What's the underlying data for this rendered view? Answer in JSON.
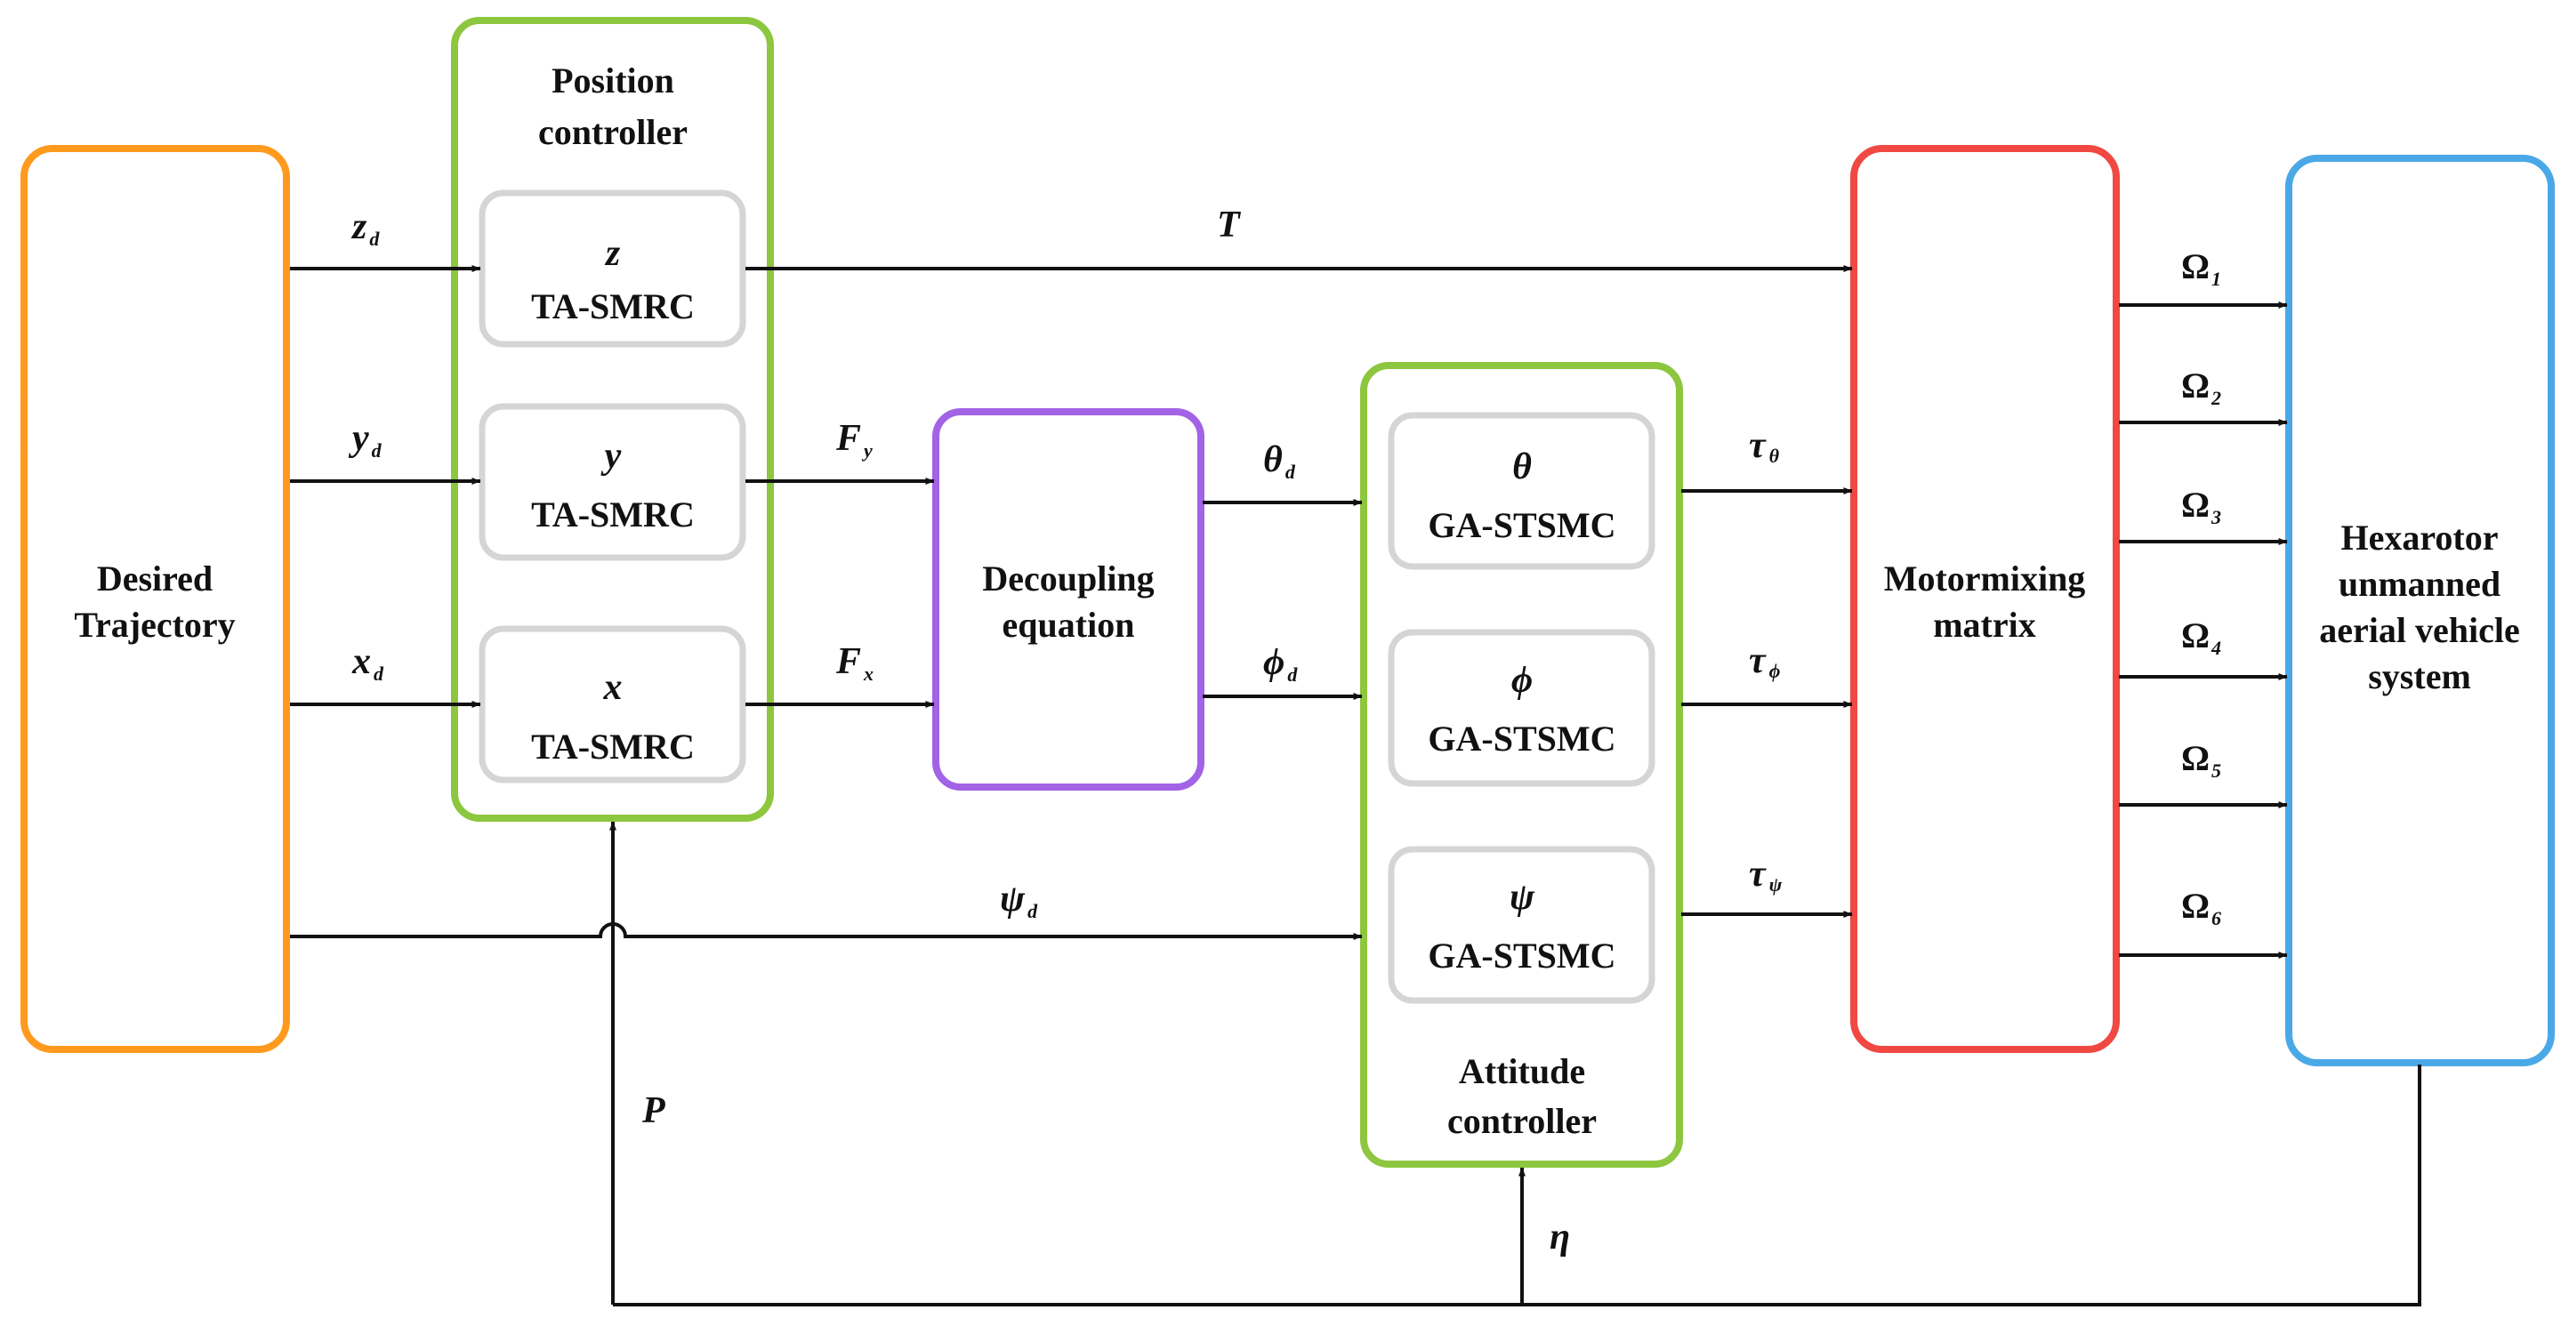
{
  "colors": {
    "trajectory": "#FF9A1E",
    "controller": "#8DC63F",
    "inner": "#D5D5D5",
    "decoupling": "#A263E6",
    "motormixing": "#F04842",
    "hexarotor": "#4BA8E6",
    "line": "#111111"
  },
  "blocks": {
    "trajectory": {
      "line1": "Desired",
      "line2": "Trajectory"
    },
    "position": {
      "line1": "Position",
      "line2": "controller"
    },
    "z_ctrl": {
      "var": "z",
      "name": "TA-SMRC"
    },
    "y_ctrl": {
      "var": "y",
      "name": "TA-SMRC"
    },
    "x_ctrl": {
      "var": "x",
      "name": "TA-SMRC"
    },
    "decoupling": {
      "line1": "Decoupling",
      "line2": "equation"
    },
    "attitude": {
      "line1": "Attitude",
      "line2": "controller"
    },
    "theta_ctrl": {
      "var": "θ",
      "name": "GA-STSMC"
    },
    "phi_ctrl": {
      "var": "ϕ",
      "name": "GA-STSMC"
    },
    "psi_ctrl": {
      "var": "ψ",
      "name": "GA-STSMC"
    },
    "motormixing": {
      "line1": "Motormixing",
      "line2": "matrix"
    },
    "hexarotor": {
      "line1": "Hexarotor",
      "line2": "unmanned",
      "line3": "aerial vehicle",
      "line4": "system"
    }
  },
  "signals": {
    "zd": {
      "main": "z",
      "sub": "d"
    },
    "yd": {
      "main": "y",
      "sub": "d"
    },
    "xd": {
      "main": "x",
      "sub": "d"
    },
    "T": {
      "main": "T"
    },
    "Fy": {
      "main": "F",
      "sub": "y"
    },
    "Fx": {
      "main": "F",
      "sub": "x"
    },
    "thetad": {
      "main": "θ",
      "sub": "d"
    },
    "phid": {
      "main": "ϕ",
      "sub": "d"
    },
    "psid": {
      "main": "ψ",
      "sub": "d"
    },
    "tau_theta": {
      "main": "τ",
      "sub": "θ"
    },
    "tau_phi": {
      "main": "τ",
      "sub": "ϕ"
    },
    "tau_psi": {
      "main": "τ",
      "sub": "ψ"
    },
    "omega1": {
      "main": "Ω",
      "sub": "1"
    },
    "omega2": {
      "main": "Ω",
      "sub": "2"
    },
    "omega3": {
      "main": "Ω",
      "sub": "3"
    },
    "omega4": {
      "main": "Ω",
      "sub": "4"
    },
    "omega5": {
      "main": "Ω",
      "sub": "5"
    },
    "omega6": {
      "main": "Ω",
      "sub": "6"
    },
    "P": {
      "main": "P"
    },
    "eta": {
      "main": "η"
    }
  }
}
